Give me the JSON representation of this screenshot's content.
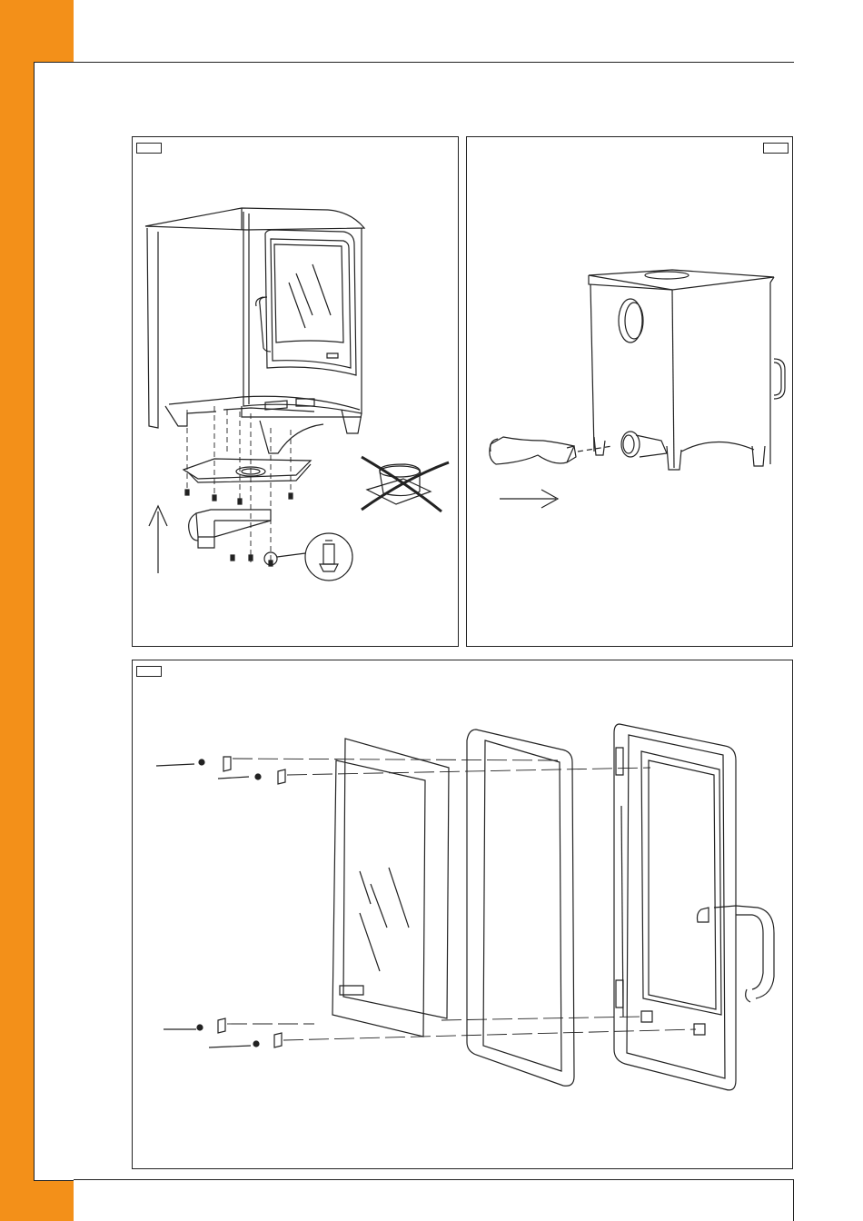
{
  "colors": {
    "accent": "#F39019",
    "line": "#222222"
  },
  "panels": [
    {
      "id": "panel-1",
      "label": ""
    },
    {
      "id": "panel-2",
      "label": ""
    },
    {
      "id": "panel-3",
      "label": ""
    }
  ],
  "icons": {
    "stove_front": "stove-front-icon",
    "stove_rear": "stove-rear-icon",
    "door_exploded": "door-exploded-icon",
    "crossed_out": "crossed-out-icon",
    "arrow_up": "arrow-up-icon",
    "arrow_right": "arrow-right-icon",
    "screw_detail": "screw-detail-icon"
  }
}
